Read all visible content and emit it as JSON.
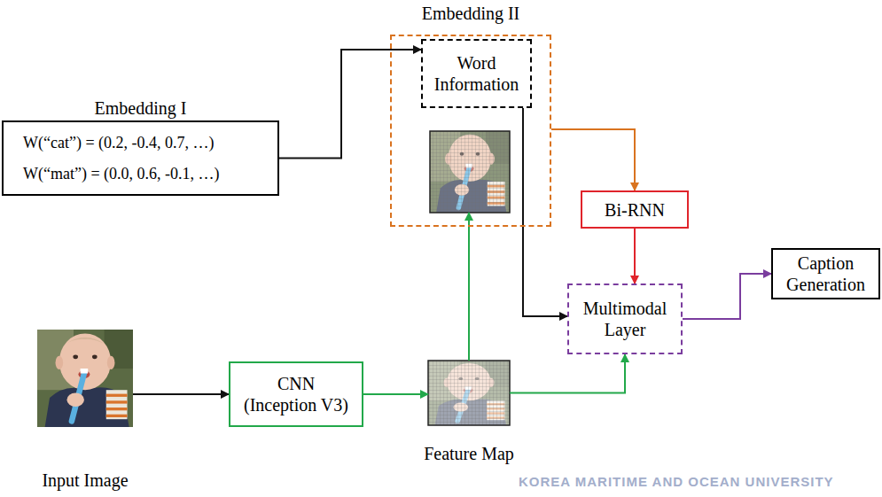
{
  "diagram": {
    "nodes": [
      {
        "text": [
          "Embedding I",
          "W(“cat”) = (0.2, -0.4, 0.7, …)",
          "W(“mat”) = (0.0, 0.6, -0.1, …)"
        ]
      },
      {
        "text": [
          "Embedding II"
        ]
      },
      {
        "text": [
          "Word Information"
        ],
        "in": 1
      },
      {
        "text": [
          "Bi-RNN"
        ]
      },
      {
        "text": [
          "Caption Generation"
        ]
      },
      {
        "text": [
          "Multimodal Layer"
        ]
      },
      {
        "text": [
          "Input Image"
        ]
      },
      {
        "text": [
          "CNN (Inception V3)"
        ]
      },
      {
        "text": [
          "Feature Map"
        ]
      }
    ],
    "edges": [
      {
        "from": 0,
        "to": 2,
        "arrow": "to"
      },
      {
        "from": 1,
        "to": 3,
        "arrow": "to"
      },
      {
        "from": 3,
        "to": 5,
        "arrow": "to"
      },
      {
        "from": 2,
        "to": 5,
        "arrow": "to"
      },
      {
        "from": 5,
        "to": 4,
        "arrow": "to"
      },
      {
        "from": 6,
        "to": 7,
        "arrow": "to"
      },
      {
        "from": 7,
        "to": 8,
        "arrow": "to"
      },
      {
        "from": 8,
        "to": 1,
        "arrow": "to"
      },
      {
        "from": 8,
        "to": 5,
        "arrow": "to"
      }
    ],
    "labels": [
      "KOREA MARITIME AND OCEAN UNIVERSITY"
    ]
  }
}
